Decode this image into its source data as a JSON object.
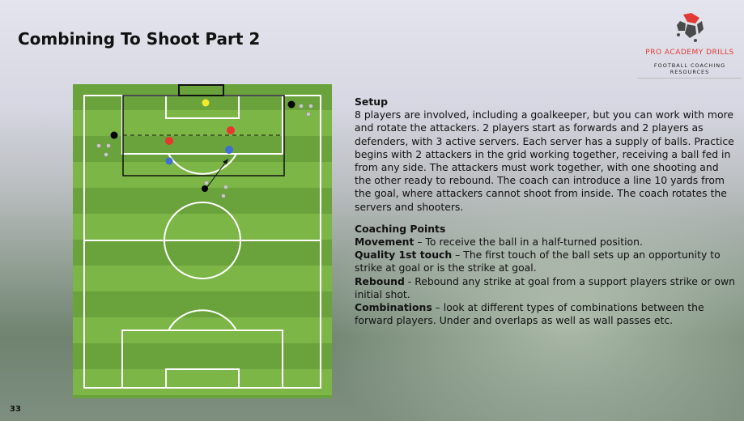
{
  "slide": {
    "title": "Combining To Shoot Part 2",
    "page_number": "33"
  },
  "logo": {
    "brand": "PRO ACADEMY DRILLS",
    "tagline": "FOOTBALL COACHING RESOURCES",
    "colors": {
      "red": "#e23a35",
      "grey": "#4a4a4a"
    }
  },
  "setup": {
    "heading": "Setup",
    "body": "8 players are involved, including a goalkeeper, but you can work with more and rotate the attackers. 2 players start as forwards and 2 players as defenders, with 3 active servers. Each server has a supply of balls. Practice begins with 2 attackers in the grid working together, receiving a ball fed in from any side. The attackers must work together, with one shooting and the other ready to rebound. The coach can introduce a line 10 yards from the goal, where attackers cannot shoot from inside. The coach rotates the servers and shooters."
  },
  "coaching": {
    "heading": "Coaching Points",
    "points": [
      {
        "label": "Movement",
        "text": " – To receive the ball in a half-turned position."
      },
      {
        "label": "Quality 1st touch",
        "text": " – The first touch of the ball sets up an opportunity to strike at goal or is the strike at goal."
      },
      {
        "label": "Rebound",
        "text": " - Rebound any strike at goal from a support players strike or own initial shot."
      },
      {
        "label": "Combinations",
        "text": " – look at different types of combinations between the forward players. Under and overlaps as well as wall passes etc."
      }
    ]
  },
  "diagram": {
    "colors": {
      "attacker": "#e8352e",
      "defender": "#3f6fd1",
      "goalkeeper": "#f5e82a",
      "server": "#000000"
    }
  }
}
